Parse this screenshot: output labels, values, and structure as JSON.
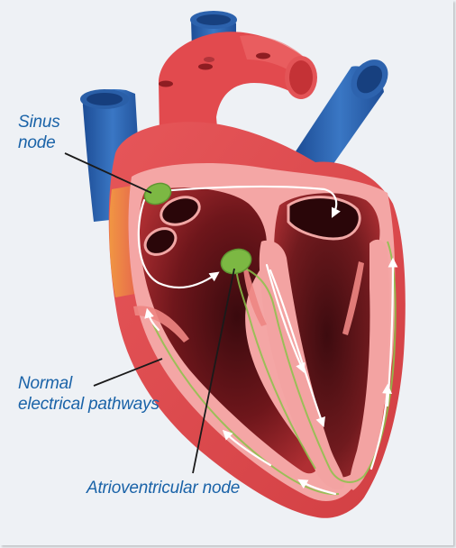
{
  "labels": {
    "sinus_node": [
      "Sinus",
      "node"
    ],
    "normal_pathways": [
      "Normal",
      "electrical pathways"
    ],
    "av_node": "Atrioventricular node"
  },
  "colors": {
    "label_text": "#1a63a8",
    "background": "#eef1f5",
    "vessel_blue": "#2f67b3",
    "muscle_red": "#e24c4f",
    "inner_pink": "#f5a8a6",
    "chamber_dark": "#5e1318",
    "node_green": "#7cb843",
    "pathway_white": "#ffffff"
  }
}
